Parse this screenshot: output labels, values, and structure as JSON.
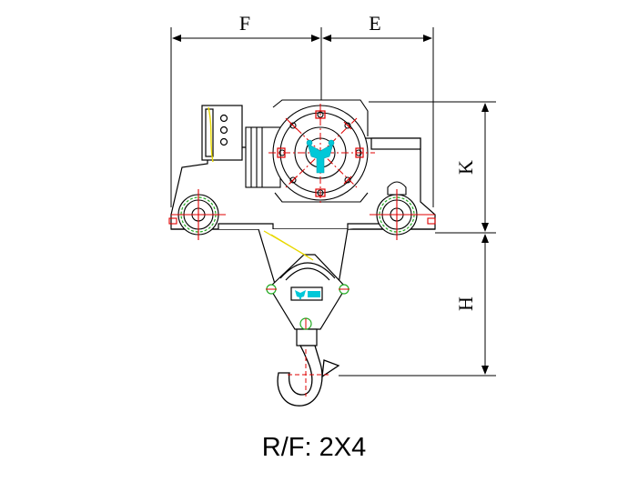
{
  "dimensions": {
    "F": "F",
    "E": "E",
    "K": "K",
    "H": "H"
  },
  "caption": "R/F: 2X4",
  "colors": {
    "outline": "#000000",
    "centerline": "#e00000",
    "pin": "#22aa22",
    "logo": "#00c8d8",
    "rope": "#e8d800"
  }
}
